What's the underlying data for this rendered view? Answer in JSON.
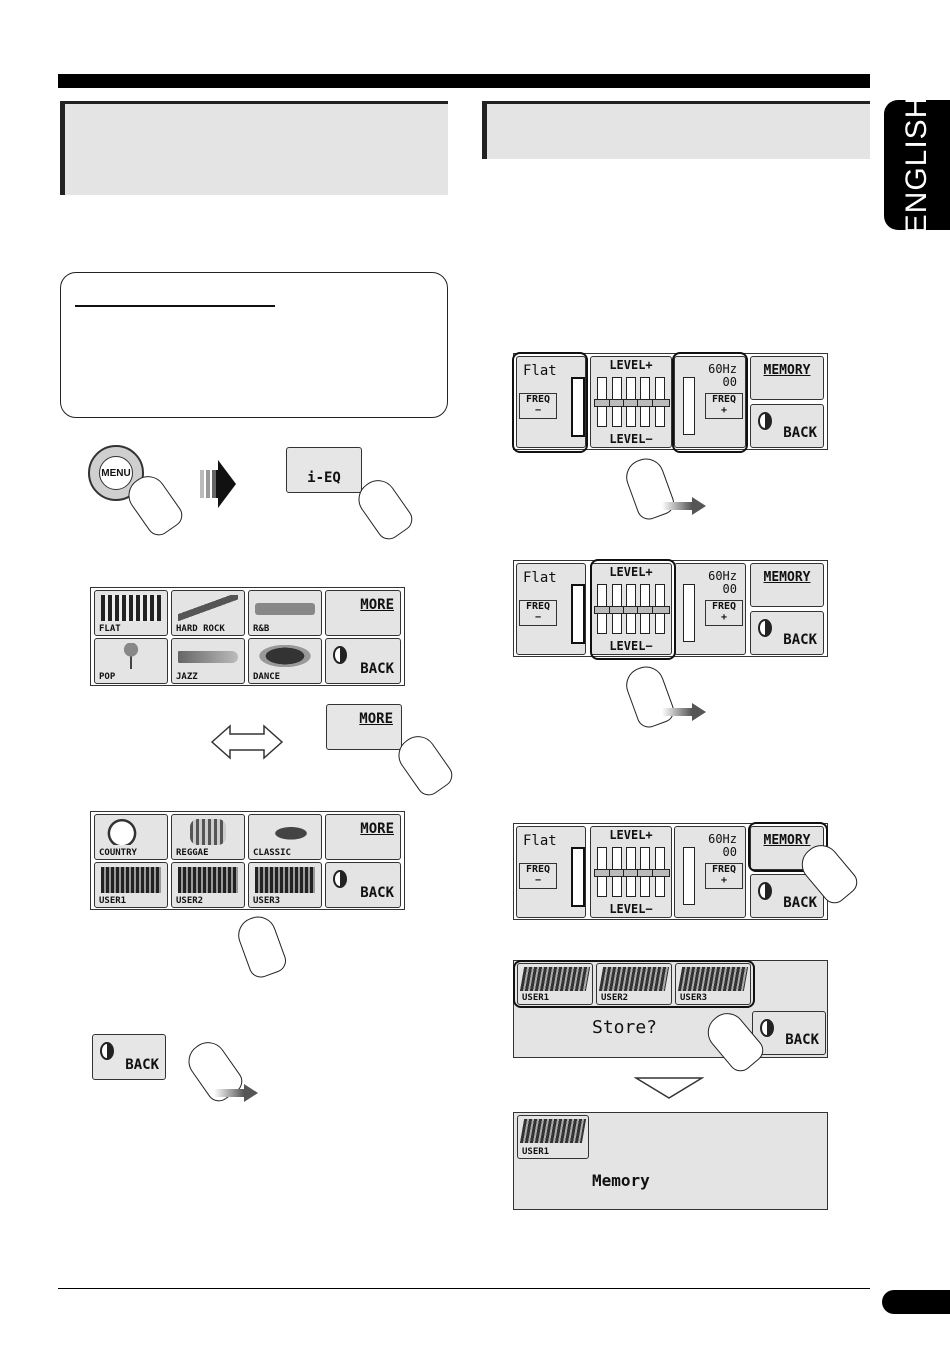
{
  "side_tab": {
    "label": "ENGLISH"
  },
  "menu_button": {
    "label": "MENU"
  },
  "ieq_button": {
    "label": "i-EQ"
  },
  "eq_presets_page1": [
    {
      "label": "FLAT"
    },
    {
      "label": "HARD ROCK"
    },
    {
      "label": "R&B"
    },
    {
      "label": "MORE"
    },
    {
      "label": "POP"
    },
    {
      "label": "JAZZ"
    },
    {
      "label": "DANCE"
    },
    {
      "label": "BACK"
    }
  ],
  "more_button": {
    "label": "MORE"
  },
  "eq_presets_page2": [
    {
      "label": "COUNTRY"
    },
    {
      "label": "REGGAE"
    },
    {
      "label": "CLASSIC"
    },
    {
      "label": "MORE"
    },
    {
      "label": "USER1"
    },
    {
      "label": "USER2"
    },
    {
      "label": "USER3"
    },
    {
      "label": "BACK"
    }
  ],
  "back_button": {
    "label": "BACK"
  },
  "eq_screen": {
    "preset": "Flat",
    "freq_minus": "FREQ\n−",
    "freq_plus": "FREQ\n+",
    "level_plus": "LEVEL+",
    "level_minus": "LEVEL−",
    "freq_value": "60Hz",
    "level_value": "00",
    "memory": "MEMORY",
    "back": "BACK"
  },
  "store_screen": {
    "users": [
      "USER1",
      "USER2",
      "USER3"
    ],
    "prompt": "Store?",
    "back": "BACK"
  },
  "memory_screen": {
    "user": "USER1",
    "text": "Memory"
  }
}
